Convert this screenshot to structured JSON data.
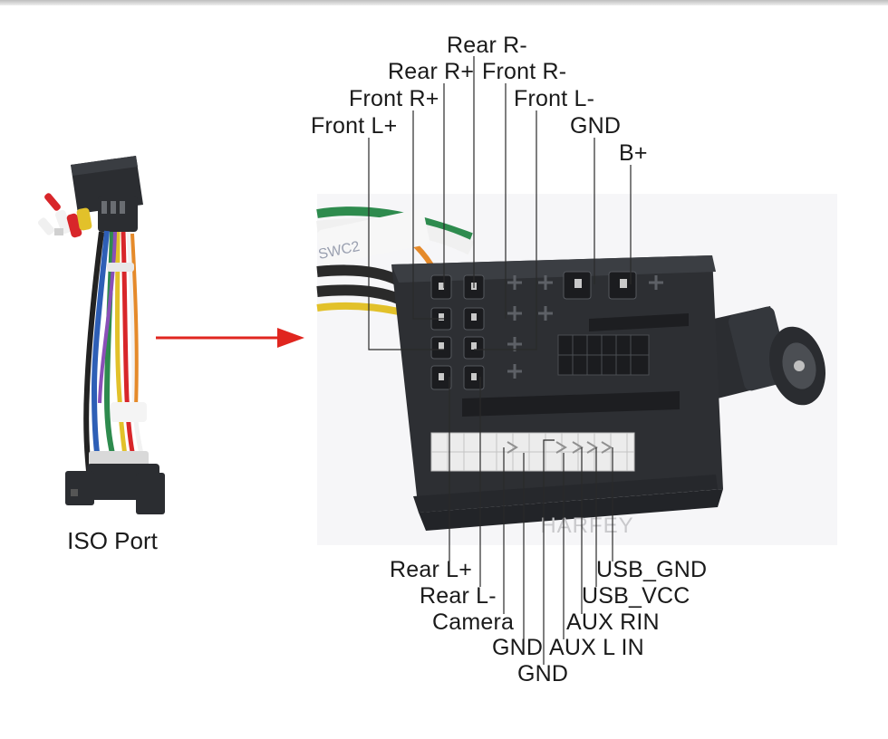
{
  "harness": {
    "caption": "ISO Port",
    "colors": {
      "body": "#2b2d31",
      "wire_red": "#d8262a",
      "wire_yellow": "#e2c12a",
      "wire_green": "#2e8b4e",
      "wire_blue": "#2e5fb6",
      "wire_white": "#f2f2f2"
    }
  },
  "arrow": {
    "color": "#e0261f"
  },
  "connector": {
    "watermark": "HARFEY",
    "body_color": "#2d2f33"
  },
  "labels_top": [
    "Rear R-",
    "Rear R+",
    "Front R-",
    "Front R+",
    "Front L-",
    "Front L+",
    "GND",
    "B+"
  ],
  "labels_bottom": [
    "Rear L+",
    "Rear L-",
    "Camera",
    "GND",
    "GND",
    "AUX L IN",
    "AUX RIN",
    "USB_VCC",
    "USB_GND"
  ]
}
